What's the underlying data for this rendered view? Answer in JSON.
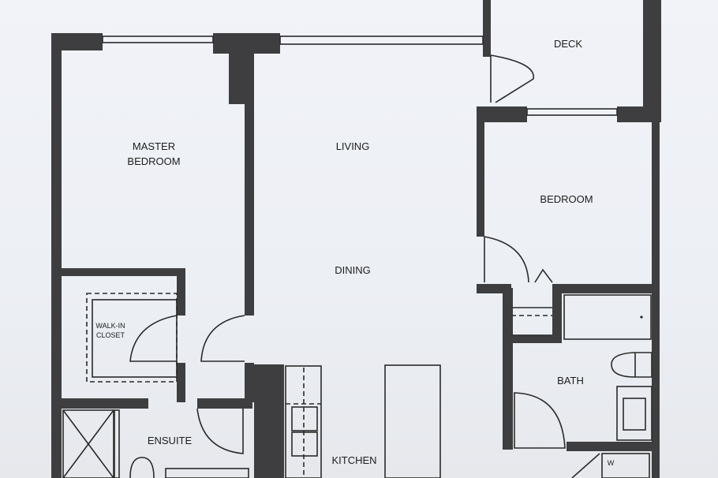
{
  "rooms": {
    "deck": "DECK",
    "master_bedroom_line1": "MASTER",
    "master_bedroom_line2": "BEDROOM",
    "living": "LIVING",
    "bedroom": "BEDROOM",
    "dining": "DINING",
    "walk_in_closet_line1": "WALK-IN",
    "walk_in_closet_line2": "CLOSET",
    "bath": "BATH",
    "ensuite": "ENSUITE",
    "kitchen": "KITCHEN",
    "washer": "W"
  },
  "colors": {
    "wall": "#3e3e40",
    "background": "#eef1f5"
  }
}
